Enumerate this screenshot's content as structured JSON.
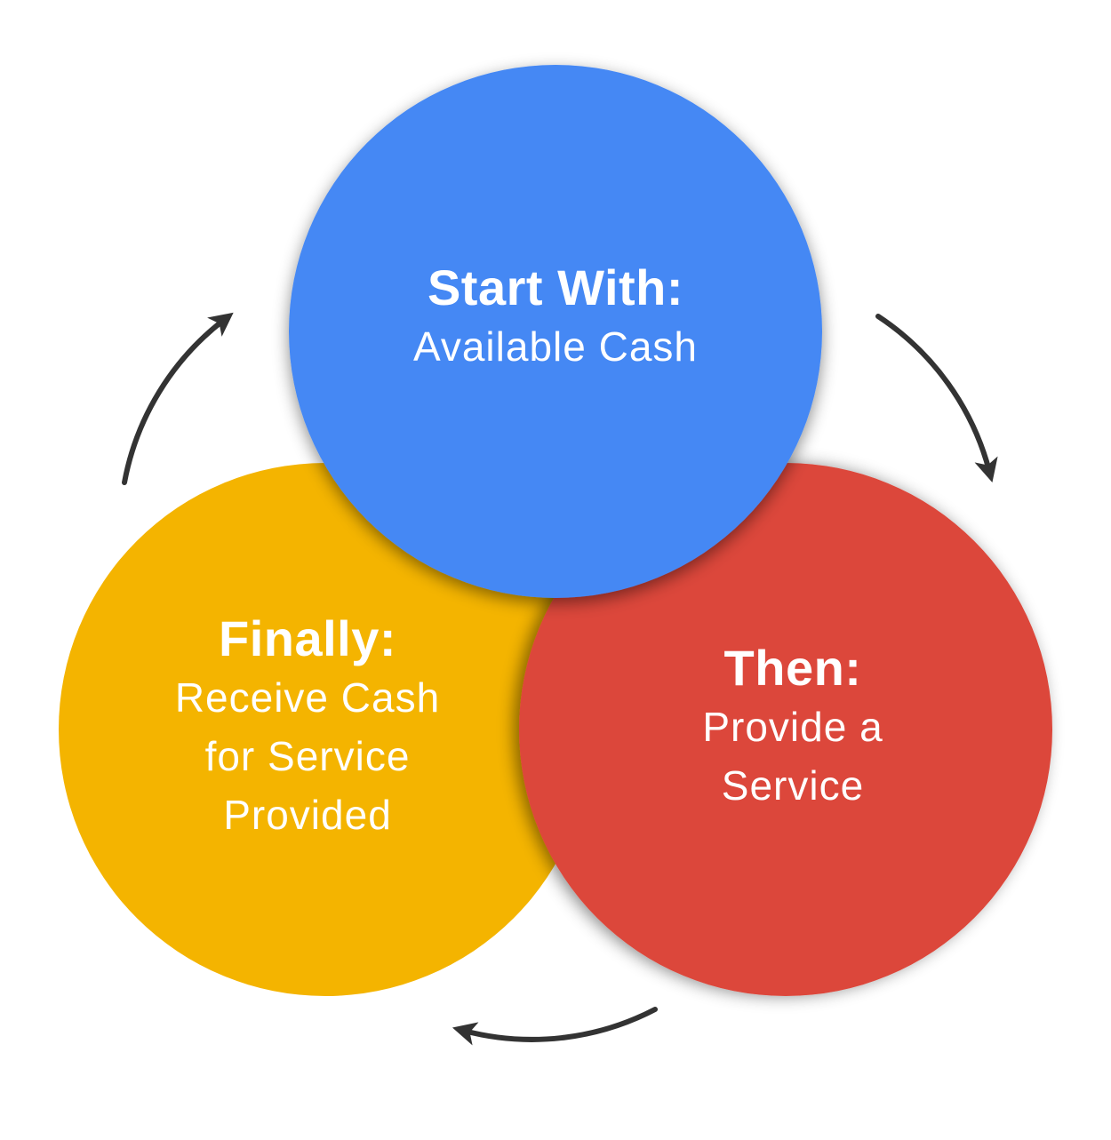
{
  "colors": {
    "blue": "#4588F4",
    "red": "#DC463A",
    "yellow": "#F4B400",
    "arrow": "#333333",
    "text": "#FFFFFF",
    "background": "#FFFFFF"
  },
  "circles": [
    {
      "id": "start",
      "color": "blue",
      "heading": "Start With:",
      "lines": [
        "Available Cash"
      ]
    },
    {
      "id": "then",
      "color": "red",
      "heading": "Then:",
      "lines": [
        "Provide a",
        "Service"
      ]
    },
    {
      "id": "finally",
      "color": "yellow",
      "heading": "Finally:",
      "lines": [
        "Receive Cash",
        "for Service",
        "Provided"
      ]
    }
  ],
  "arrows": [
    {
      "name": "start-to-then-arrow",
      "direction": "clockwise"
    },
    {
      "name": "then-to-finally-arrow",
      "direction": "clockwise"
    },
    {
      "name": "finally-to-start-arrow",
      "direction": "clockwise"
    }
  ]
}
